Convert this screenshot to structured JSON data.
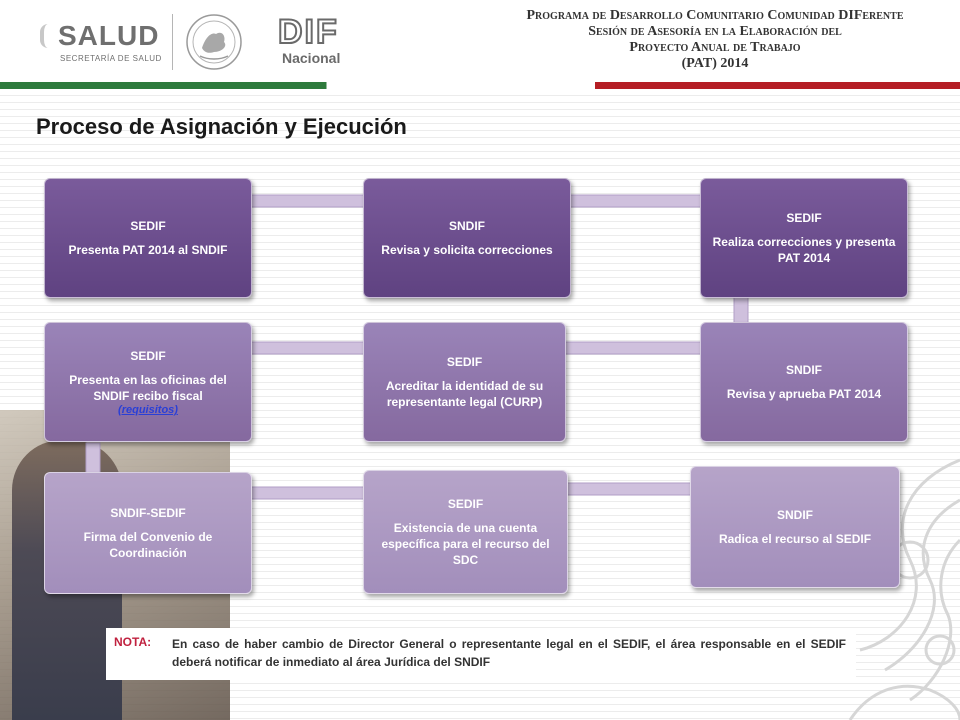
{
  "header": {
    "salud_logo": "SALUD",
    "salud_sub": "SECRETARÍA DE SALUD",
    "dif_logo": "DIF",
    "dif_nacional": "Nacional",
    "program_lines": [
      "Programa de Desarrollo Comunitario Comunidad DIFerente",
      "Sesión de Asesoría en la Elaboración del",
      "Proyecto Anual de Trabajo",
      "(PAT) 2014"
    ]
  },
  "title": "Proceso de Asignación y Ejecución",
  "nodes": [
    {
      "id": "n1",
      "who": "SEDIF",
      "text": "Presenta PAT 2014 al SNDIF"
    },
    {
      "id": "n2",
      "who": "SNDIF",
      "text": "Revisa y solicita correcciones"
    },
    {
      "id": "n3",
      "who": "SEDIF",
      "text": "Realiza correcciones y presenta PAT 2014"
    },
    {
      "id": "n4",
      "who": "SNDIF",
      "text": "Revisa y aprueba PAT 2014"
    },
    {
      "id": "n5",
      "who": "SEDIF",
      "text": "Acreditar la identidad de su representante legal (CURP)"
    },
    {
      "id": "n6",
      "who": "SEDIF",
      "text": "Presenta en las oficinas del SNDIF recibo fiscal",
      "link": "(requisitos)"
    },
    {
      "id": "n7",
      "who": "SNDIF-SEDIF",
      "text": "Firma del Convenio de Coordinación"
    },
    {
      "id": "n8",
      "who": "SEDIF",
      "text": "Existencia de una cuenta específica para el recurso del SDC"
    },
    {
      "id": "n9",
      "who": "SNDIF",
      "text": "Radica el recurso al SEDIF"
    }
  ],
  "note": {
    "label": "NOTA:",
    "text": "En caso de haber cambio de Director General o representante legal en el SEDIF, el área responsable en el SEDIF deberá notificar de inmediato al área Jurídica del SNDIF"
  },
  "colors": {
    "row1": "#6a4d8c",
    "row2": "#8e75ad",
    "row3": "#ad9ac3",
    "connector": "#cfc0dd",
    "note_label": "#c0213f",
    "link": "#2a3fd6"
  }
}
